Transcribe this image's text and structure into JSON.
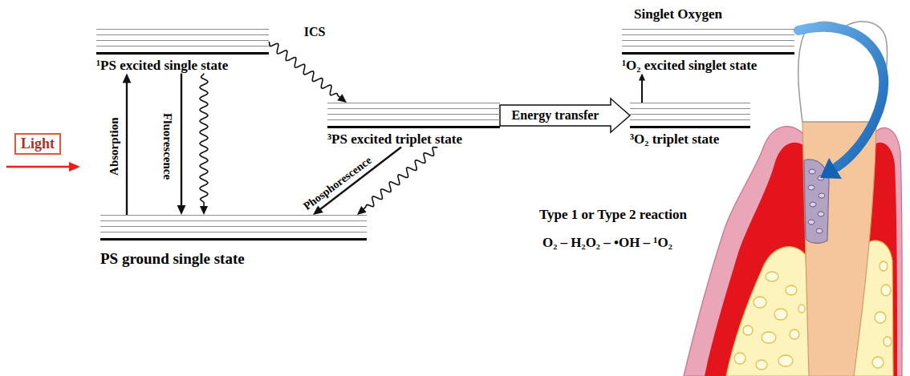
{
  "diagram": {
    "nodes": [
      {
        "text": [
          "Light"
        ]
      },
      {
        "text": [
          "¹PS excited single state"
        ]
      },
      {
        "text": [
          "³PS excited triplet state"
        ]
      },
      {
        "text": [
          "PS ground single state"
        ]
      },
      {
        "text": [
          "³O₂ triplet state"
        ]
      },
      {
        "text": [
          "¹O₂ excited singlet state"
        ]
      }
    ],
    "edges": [
      {
        "from": 3,
        "to": 1,
        "arrow": "to",
        "label": "Absorption"
      },
      {
        "from": 1,
        "to": 3,
        "arrow": "to",
        "label": "Fluorescence"
      },
      {
        "from": 1,
        "to": 3,
        "arrow": "to"
      },
      {
        "from": 1,
        "to": 2,
        "arrow": "to",
        "label": "ICS"
      },
      {
        "from": 2,
        "to": 4,
        "arrow": "to",
        "label": "Energy transfer"
      },
      {
        "from": 4,
        "to": 5,
        "arrow": "to"
      },
      {
        "from": 2,
        "to": 3,
        "arrow": "to",
        "label": "Phosphorescence"
      },
      {
        "from": 2,
        "to": 3,
        "arrow": "to"
      }
    ],
    "labels": [
      "Singlet Oxygen",
      "Type 1 or Type 2 reaction",
      "O₂ – H₂O₂ – •OH – ¹O₂"
    ]
  }
}
